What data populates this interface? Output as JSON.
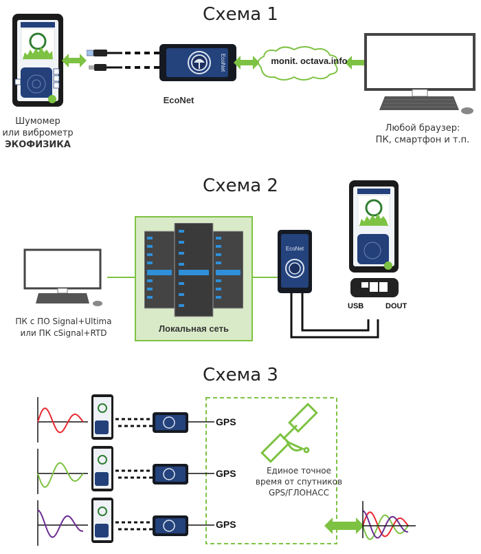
{
  "scheme1": {
    "title": "Схема 1",
    "meter_label_line1": "Шумомер",
    "meter_label_line2": "или виброметр",
    "meter_label_brand": "ЭКОФИЗИКА",
    "econet_label": "EcoNet",
    "econet_device_text": "EcoNet",
    "cloud_text": "monit. octava.info",
    "browser_label_line1": "Любой браузер:",
    "browser_label_line2": "ПК, смартфон и т.п."
  },
  "scheme2": {
    "title": "Схема 2",
    "pc_label_line1": "ПК с ПО Signal+Ultima",
    "pc_label_line2": "или ПК cSignal+RTD",
    "network_label": "Локальная сеть",
    "econet_device_text": "EcoNet",
    "usb_label": "USB",
    "dout_label": "DOUT"
  },
  "scheme3": {
    "title": "Схема 3",
    "gps_labels": [
      "GPS",
      "GPS",
      "GPS"
    ],
    "sync_text_line1": "Единое точное",
    "sync_text_line2": "время от спутников",
    "sync_text_line3": "GPS/ГЛОНАСС",
    "wave_colors": [
      "#e8282f",
      "#7dc242",
      "#6a2c91"
    ]
  },
  "colors": {
    "accent_green": "#7dc242",
    "device_blue": "#1f3a6e",
    "network_bg": "#d9eac8"
  }
}
